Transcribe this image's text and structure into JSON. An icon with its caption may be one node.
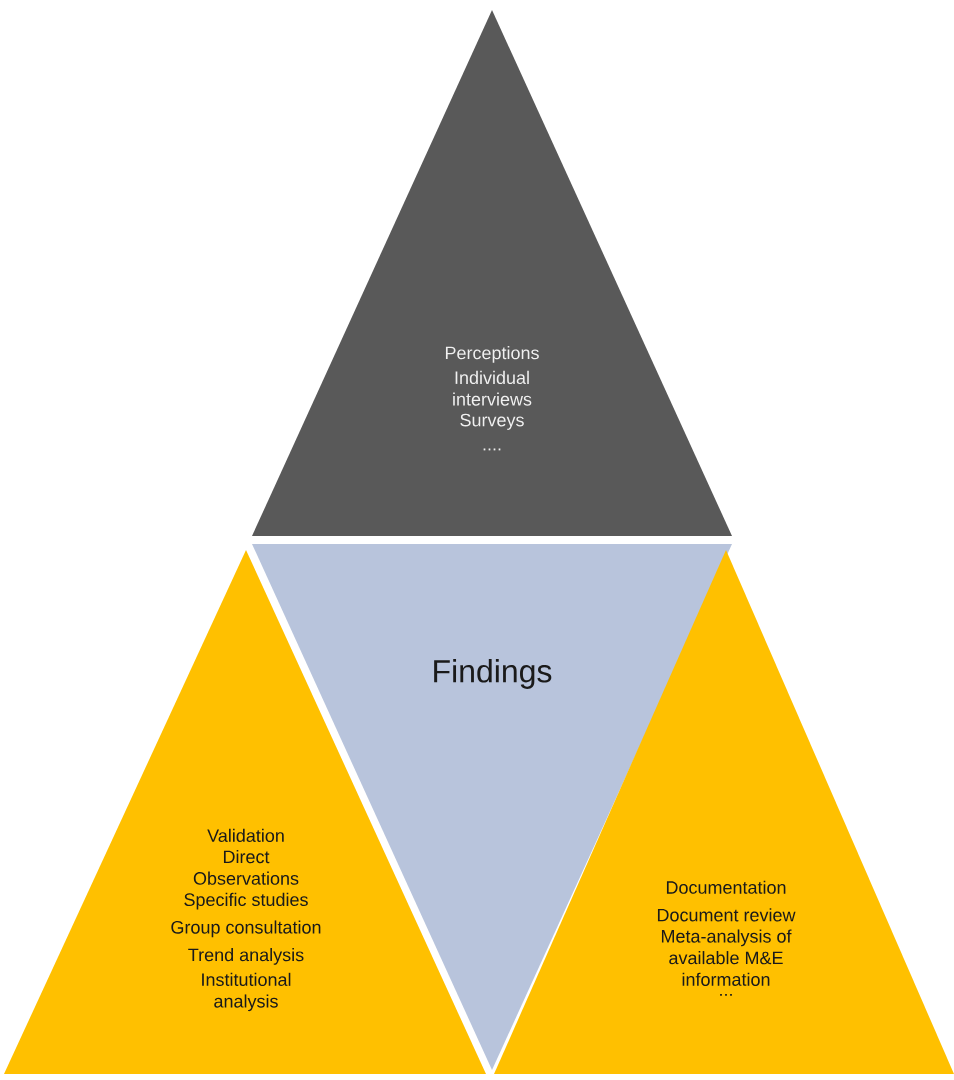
{
  "diagram": {
    "nodes": [
      {
        "text": [
          "Perceptions",
          "Individual interviews",
          "Surveys",
          "...."
        ]
      },
      {
        "text": [
          "Findings"
        ]
      },
      {
        "text": [
          "Validation",
          "Direct Observations",
          "Specific studies",
          "Group consultation",
          "Trend analysis",
          "Institutional analysis"
        ]
      },
      {
        "text": [
          "Documentation",
          "Document review",
          "Meta-analysis of available M&E information",
          "..."
        ]
      }
    ]
  }
}
